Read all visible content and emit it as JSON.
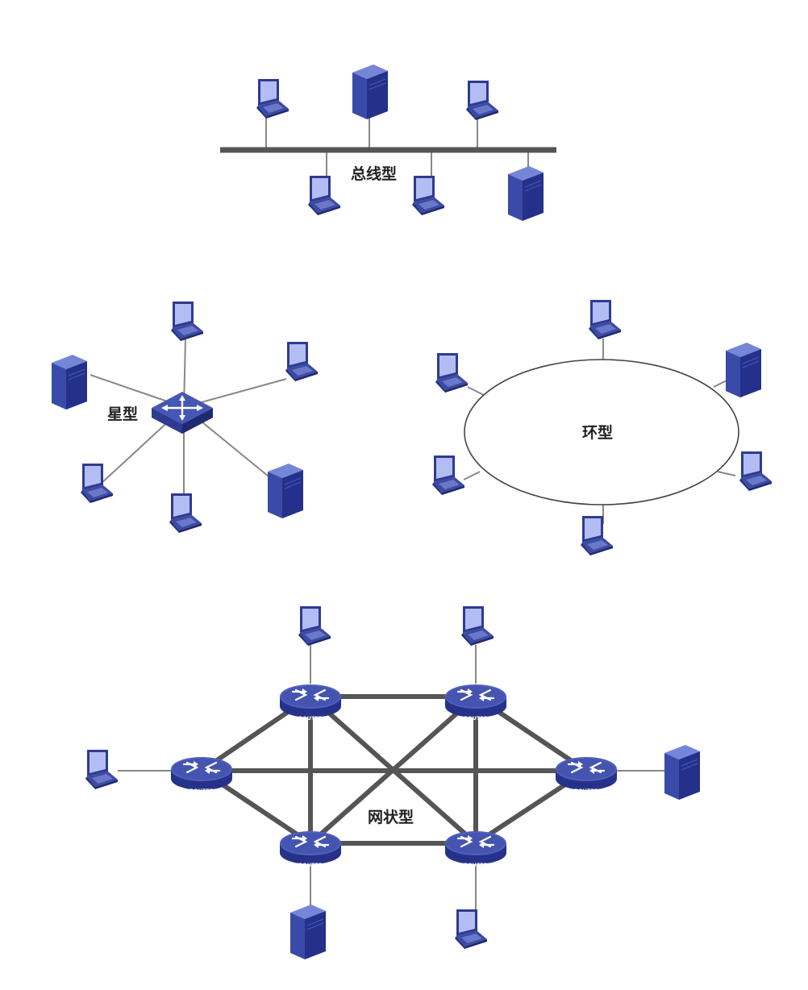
{
  "diagram": {
    "bus": {
      "label": "总线型"
    },
    "star": {
      "label": "星型"
    },
    "ring": {
      "label": "环型"
    },
    "mesh": {
      "label": "网状型",
      "router_text": "ROUTER"
    }
  },
  "colors": {
    "device_dark": "#2e3b8f",
    "device_mid": "#4a59b8",
    "device_light": "#aab4f0",
    "line": "#888888",
    "bus_line": "#555555",
    "mesh_line": "#555555"
  },
  "icons": [
    "laptop-icon",
    "server-icon",
    "switch-icon",
    "router-icon"
  ]
}
